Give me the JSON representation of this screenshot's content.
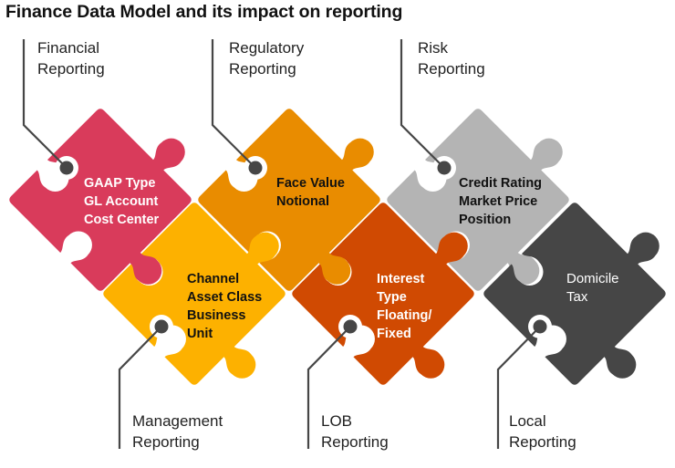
{
  "title": "Finance Data Model and its impact on reporting",
  "pieces": [
    {
      "id": "financial",
      "color": "#D93B5B",
      "text_color": "#ffffff",
      "lines": [
        "GAAP Type",
        "GL Account",
        "Cost Center"
      ],
      "report": [
        "Financial",
        "Reporting"
      ],
      "row": "top"
    },
    {
      "id": "regulatory",
      "color": "#E98C00",
      "text_color": "#111111",
      "lines": [
        "Face Value",
        "Notional"
      ],
      "report": [
        "Regulatory",
        "Reporting"
      ],
      "row": "top"
    },
    {
      "id": "risk",
      "color": "#B4B4B4",
      "text_color": "#111111",
      "lines": [
        "Credit Rating",
        "Market Price",
        "Position"
      ],
      "report": [
        "Risk",
        "Reporting"
      ],
      "row": "top"
    },
    {
      "id": "management",
      "color": "#FDB100",
      "text_color": "#111111",
      "lines": [
        "Channel",
        "Asset Class",
        "Business",
        "Unit"
      ],
      "report": [
        "Management",
        "Reporting"
      ],
      "row": "bottom"
    },
    {
      "id": "lob",
      "color": "#D04A02",
      "text_color": "#ffffff",
      "lines": [
        "Interest",
        "Type",
        "Floating/",
        "Fixed"
      ],
      "report": [
        "LOB",
        "Reporting"
      ],
      "row": "bottom"
    },
    {
      "id": "local",
      "color": "#464646",
      "text_color": "#ffffff",
      "lines": [
        "Domicile",
        "Tax"
      ],
      "report": [
        "Local",
        "Reporting"
      ],
      "row": "bottom"
    }
  ],
  "connector_color": "#464646"
}
